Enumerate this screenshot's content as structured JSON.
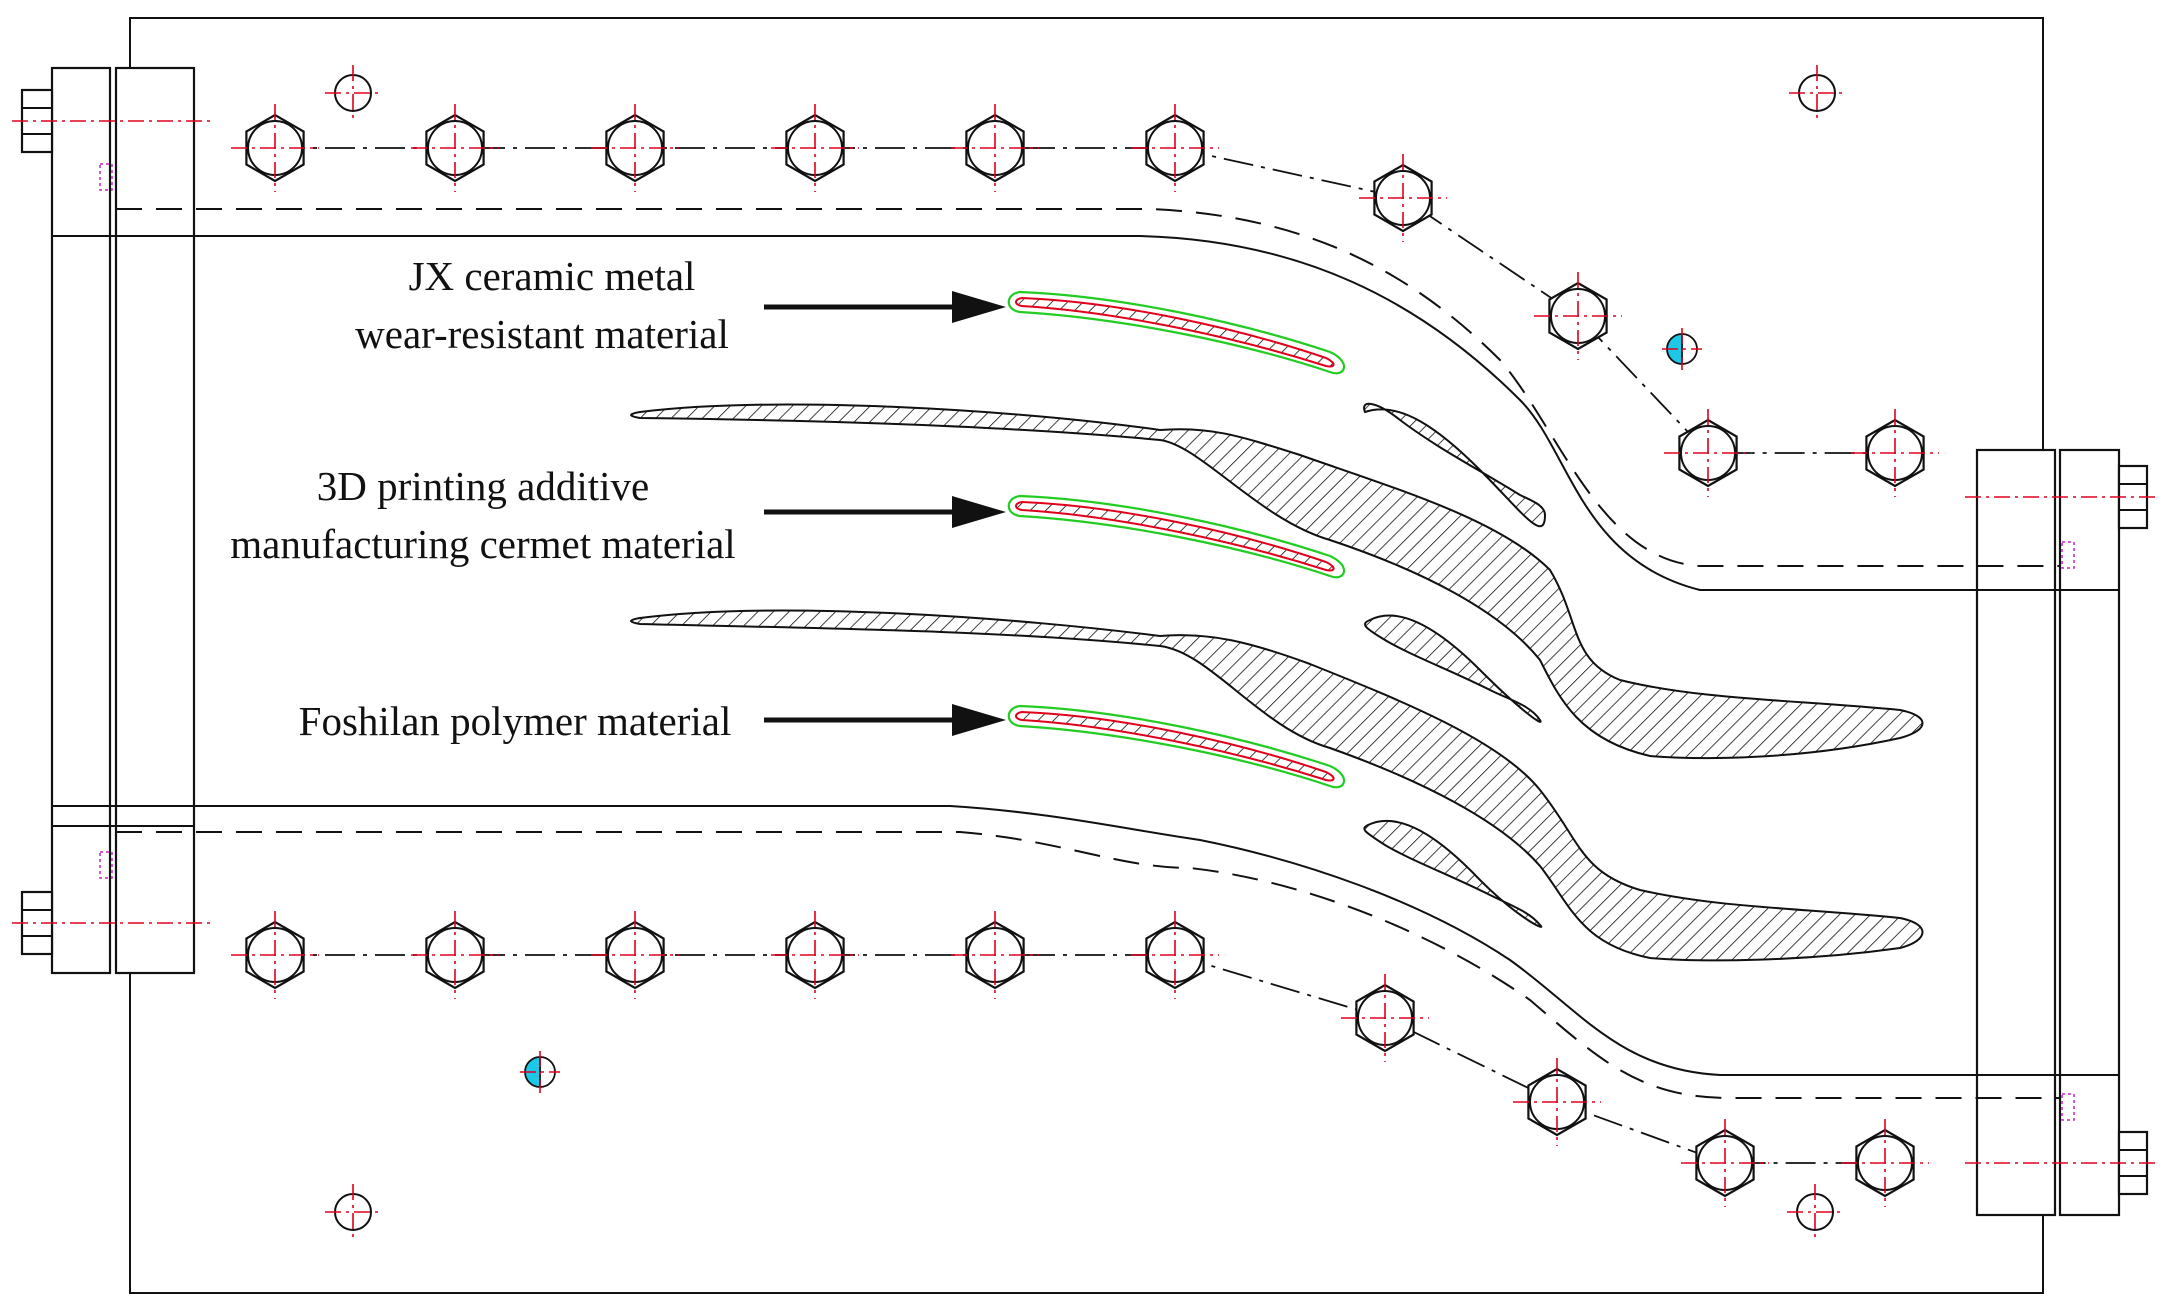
{
  "labels": {
    "jx_line1": "JX ceramic metal",
    "jx_line2": "wear-resistant material",
    "print_line1": "3D printing additive",
    "print_line2": "manufacturing cermet material",
    "foshilan": "Foshilan polymer material"
  },
  "colors": {
    "line": "#111111",
    "centerline": "#e0001b",
    "coating_outline": "#22cc22",
    "coating_inner": "#e0001b",
    "pin_fill": "#1fc7e6",
    "hidden_edge": "#cc22cc"
  },
  "icons": {
    "arrow": "right-arrow-icon",
    "bolt": "hex-bolt-icon",
    "hole": "hole-icon"
  }
}
